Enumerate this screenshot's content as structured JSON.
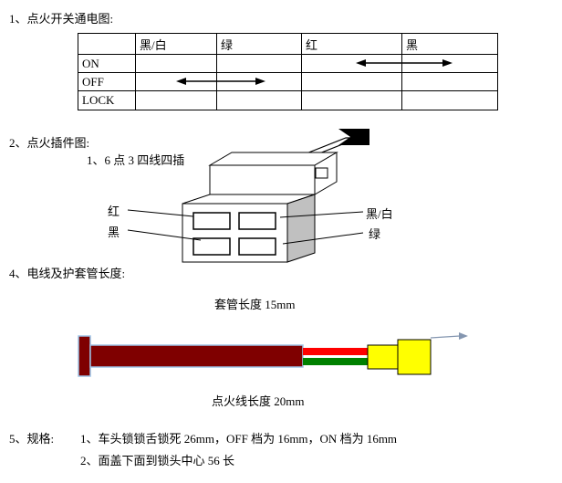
{
  "document": {
    "section1": {
      "heading": "1、点火开关通电图:",
      "table": {
        "col_headers": [
          "黑/白",
          "绿",
          "红",
          "黑"
        ],
        "rows": [
          {
            "label": "ON",
            "connected": "红↔黑"
          },
          {
            "label": "OFF",
            "connected": "黑/白↔绿"
          },
          {
            "label": "LOCK",
            "connected": ""
          }
        ]
      }
    },
    "section2": {
      "heading": "2、点火插件图:",
      "note": "1、6 点 3 四线四插",
      "pin_labels": {
        "left_top": "红",
        "left_bottom": "黑",
        "right_top": "黑/白",
        "right_bottom": "绿"
      }
    },
    "section4": {
      "heading": "4、电线及护套管长度:",
      "sleeve_length_label": "套管长度 15mm",
      "wire_length_label": "点火线长度 20mm"
    },
    "section5": {
      "heading": "5、规格:",
      "specs": [
        "1、车头锁锁舌锁死 26mm，OFF 档为 16mm，ON 档为 16mm",
        "2、面盖下面到锁头中心 56 长"
      ]
    }
  },
  "colors": {
    "wire_dark_red": "#7f0000",
    "stripe_red": "#ff0000",
    "stripe_green": "#008000",
    "connector_yellow": "#ffff00",
    "sleeve_outline": "#9dc3e6",
    "shade_gray": "#c0c0c0"
  }
}
